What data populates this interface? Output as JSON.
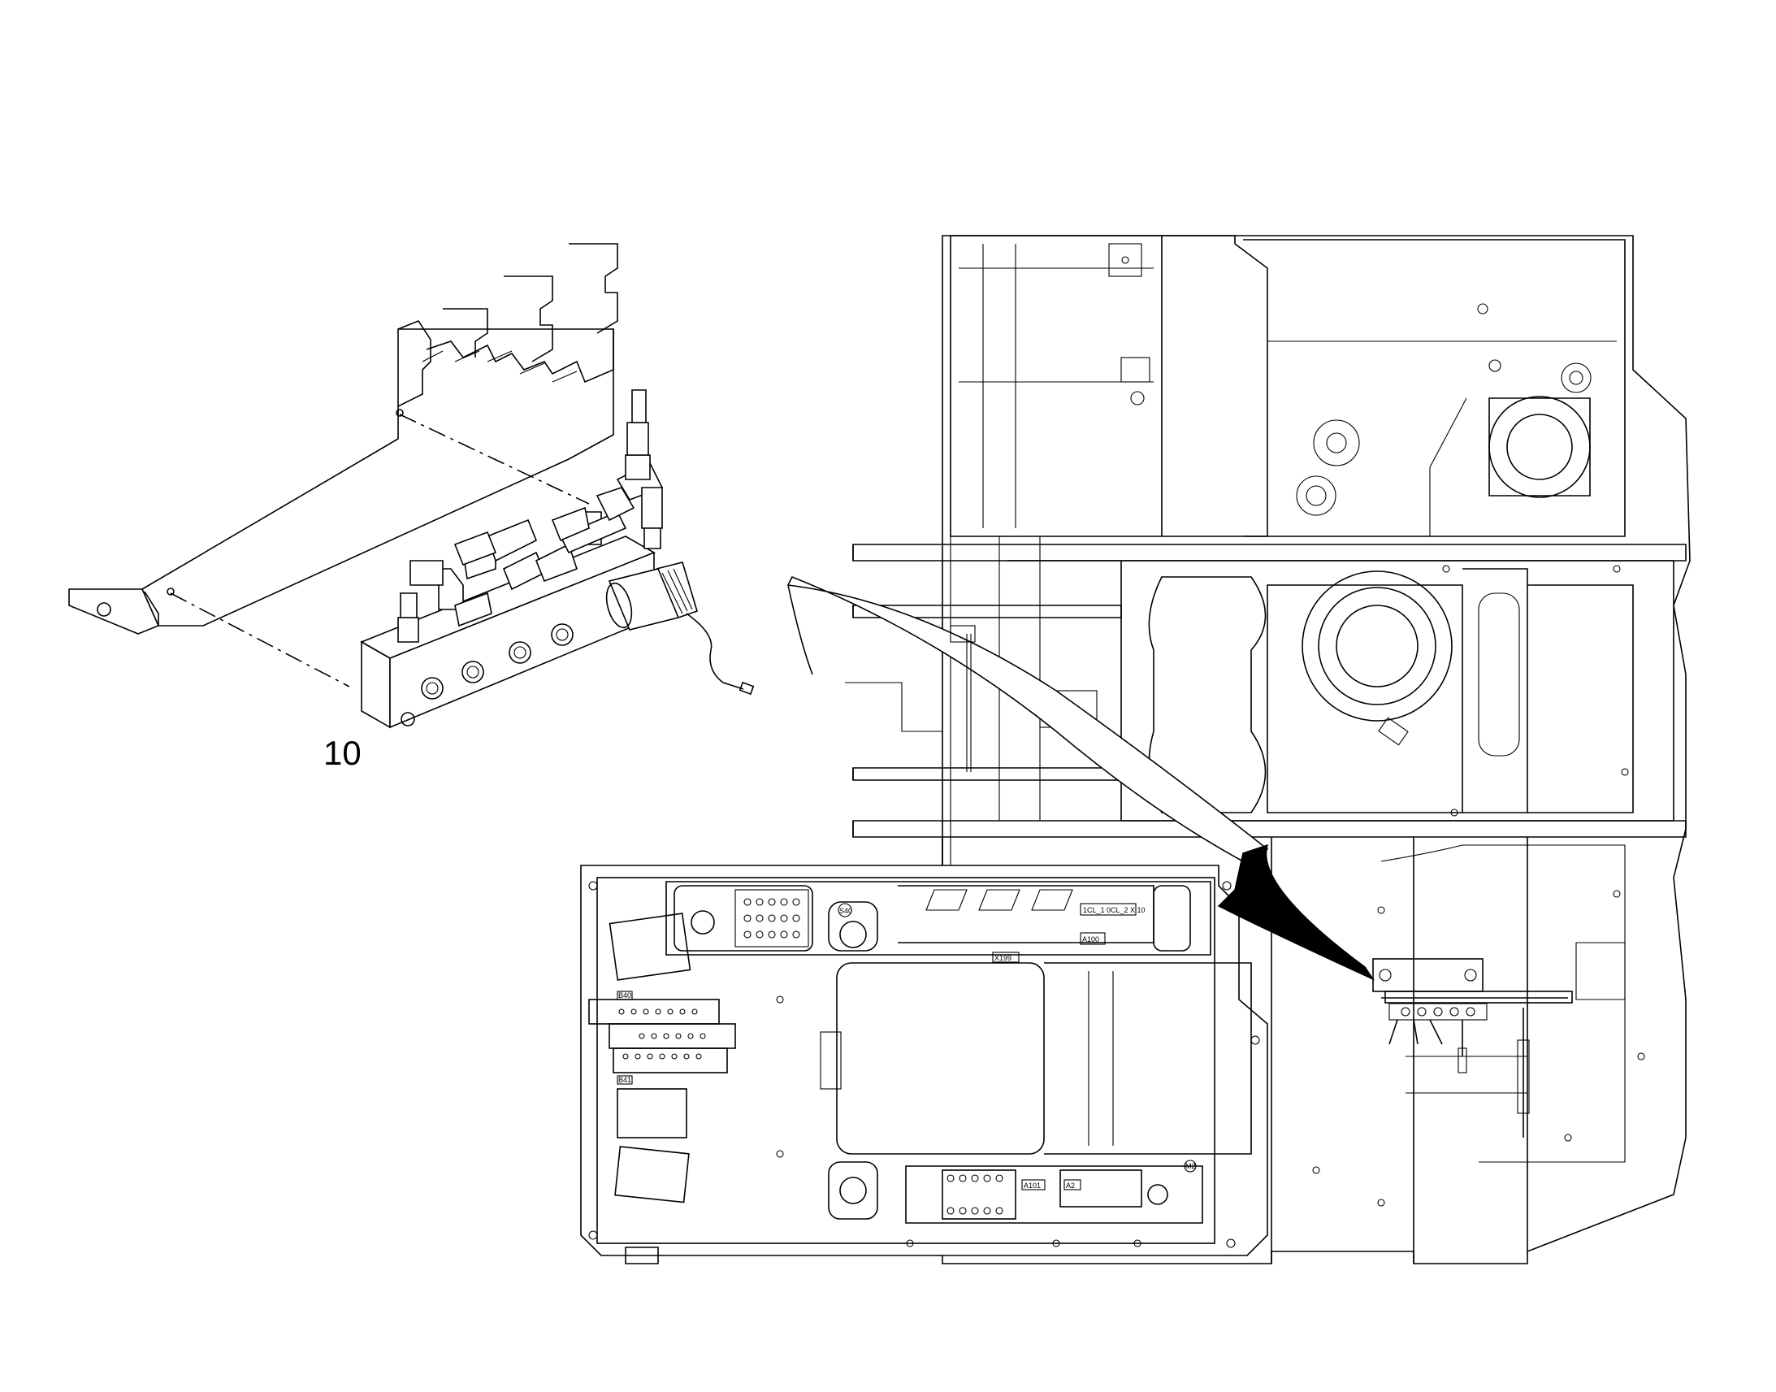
{
  "diagram": {
    "callouts": [
      {
        "id": "item-10",
        "label": "10"
      }
    ],
    "panel_labels": {
      "a100": "A100",
      "a101": "A101",
      "a2": "A2",
      "x100_100_10": "1CL_1 0CL_2 X 10",
      "m2": "M2",
      "x199": "X199",
      "b40": "B40",
      "b41": "B41",
      "s40": "S40"
    }
  }
}
